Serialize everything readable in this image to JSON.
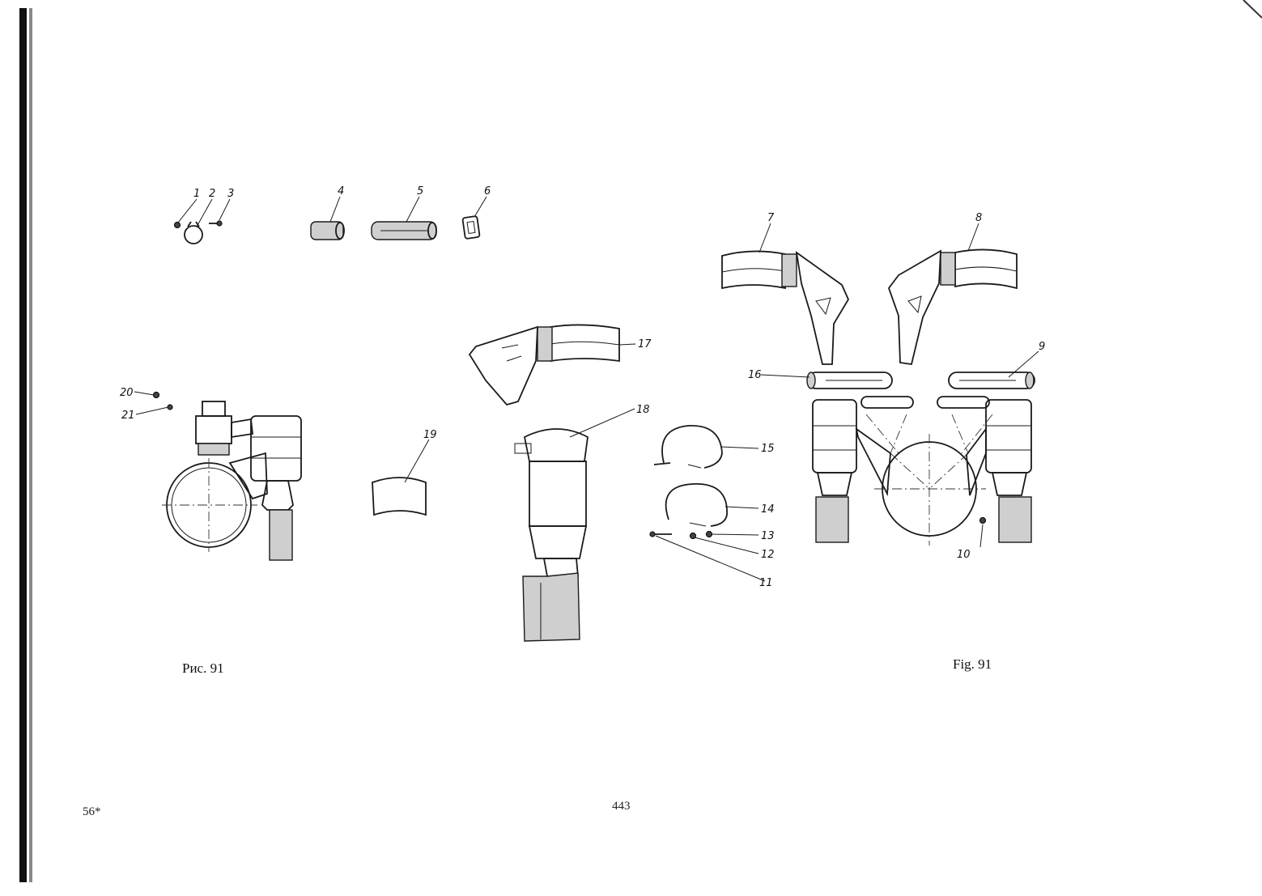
{
  "captions": {
    "left": "Рис. 91",
    "right": "Fig. 91"
  },
  "page": {
    "number": "443",
    "signature": "56*"
  },
  "callouts": [
    "1",
    "2",
    "3",
    "4",
    "5",
    "6",
    "7",
    "8",
    "9",
    "10",
    "11",
    "12",
    "13",
    "14",
    "15",
    "16",
    "17",
    "18",
    "19",
    "20",
    "21"
  ]
}
